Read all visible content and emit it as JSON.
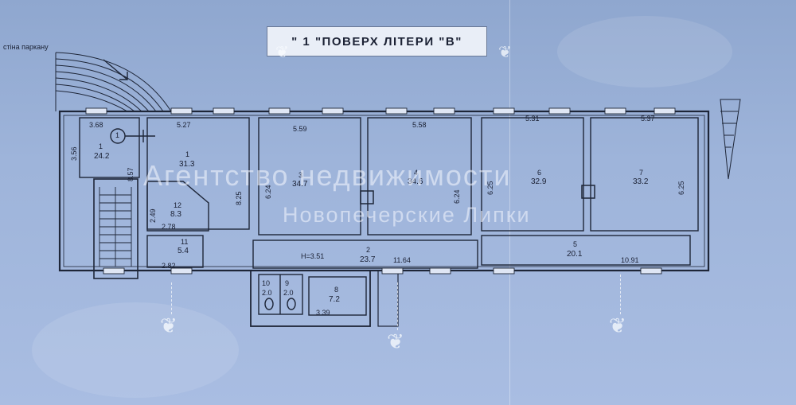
{
  "title": "\" 1 \"ПОВЕРХ  ЛІТЕРИ \"В\"",
  "fence_label": "стіна паркану",
  "watermark": {
    "line1": "Агентство недвижимости",
    "line2": "Новопечерские Липки"
  },
  "height_label": "H=3.51",
  "circle_marker": "1",
  "rooms": [
    {
      "no": "1",
      "area": "24.2"
    },
    {
      "no": "1",
      "area": "31.3"
    },
    {
      "no": "2",
      "area": "23.7"
    },
    {
      "no": "3",
      "area": "34.7"
    },
    {
      "no": "4",
      "area": "34.6"
    },
    {
      "no": "5",
      "area": "20.1"
    },
    {
      "no": "6",
      "area": "32.9"
    },
    {
      "no": "7",
      "area": "33.2"
    },
    {
      "no": "8",
      "area": "7.2"
    },
    {
      "no": "9",
      "area": "2.0"
    },
    {
      "no": "10",
      "area": "2.0"
    },
    {
      "no": "11",
      "area": "5.4"
    },
    {
      "no": "12",
      "area": "8.3"
    }
  ],
  "dimensions": {
    "d368": "3.68",
    "d356": "3.56",
    "d857": "8.57",
    "d527": "5.27",
    "d825": "8.25",
    "d559": "5.59",
    "d624a": "6.24",
    "d558": "5.58",
    "d624b": "6.24",
    "d531": "5.31",
    "d625a": "6.25",
    "d537": "5.37",
    "d625b": "6.25",
    "d249": "2.49",
    "d278": "2.78",
    "d282": "2.82",
    "d1164": "11.64",
    "d1091": "10.91",
    "d339": "3.39"
  }
}
